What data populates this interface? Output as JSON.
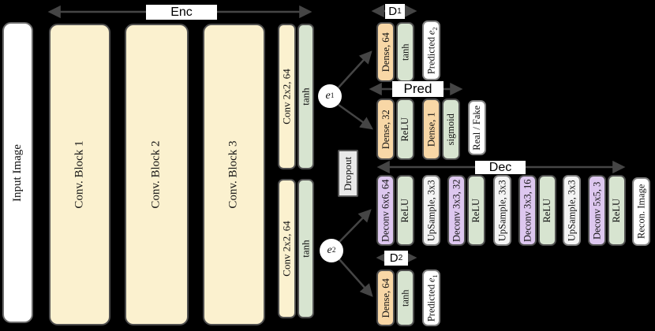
{
  "palette": {
    "background": "#000000",
    "conv_cream": "#FBF1CF",
    "dense_orange": "#F8D7A6",
    "activation_green": "#D7E4D0",
    "deconv_purple": "#DDC7EF",
    "io_white": "#FFFFFF",
    "upsample_gray": "#F4F4F4",
    "dropout_gray": "#E9E9E9",
    "block_border": "#4f4f4f",
    "arrow": "#454545"
  },
  "encoder": {
    "section_label": "Enc",
    "input_image": "Input Image",
    "conv_block_1": "Conv. Block 1",
    "conv_block_2": "Conv. Block 2",
    "conv_block_3": "Conv. Block 3",
    "conv_top": "Conv 2x2, 64",
    "conv_top_act": "tanh",
    "conv_bottom": "Conv 2x2, 64",
    "conv_bottom_act": "tanh"
  },
  "latent": {
    "e_var": "e",
    "e1_sub": "1",
    "e2_sub": "2",
    "dropout": "Dropout"
  },
  "d1": {
    "label_main": "D",
    "label_sub": "1",
    "dense": "Dense, 64",
    "act": "tanh",
    "output_prefix": "Predicted",
    "output_var": "e",
    "output_sub": "2"
  },
  "pred": {
    "label": "Pred",
    "dense1": "Dense, 32",
    "act1": "ReLU",
    "dense2": "Dense, 1",
    "act2": "sigmoid",
    "output": "Real / Fake"
  },
  "dec": {
    "label": "Dec",
    "blocks": [
      {
        "text": "Deconv 6x6, 64",
        "type": "deconv"
      },
      {
        "text": "ReLU",
        "type": "act"
      },
      {
        "text": "UpSample, 3x3",
        "type": "upsample"
      },
      {
        "text": "Deconv 3x3, 32",
        "type": "deconv"
      },
      {
        "text": "ReLU",
        "type": "act"
      },
      {
        "text": "UpSample, 3x3",
        "type": "upsample"
      },
      {
        "text": "Deconv 3x3, 16",
        "type": "deconv"
      },
      {
        "text": "ReLU",
        "type": "act"
      },
      {
        "text": "UpSample, 3x3",
        "type": "upsample"
      },
      {
        "text": "Deconv 5x5, 3",
        "type": "deconv"
      },
      {
        "text": "ReLU",
        "type": "act"
      },
      {
        "text": "Recon. Image",
        "type": "io"
      }
    ]
  },
  "d2": {
    "label_main": "D",
    "label_sub": "2",
    "dense": "Dense, 64",
    "act": "tanh",
    "output_prefix": "Predicted",
    "output_var": "e",
    "output_sub": "1"
  }
}
